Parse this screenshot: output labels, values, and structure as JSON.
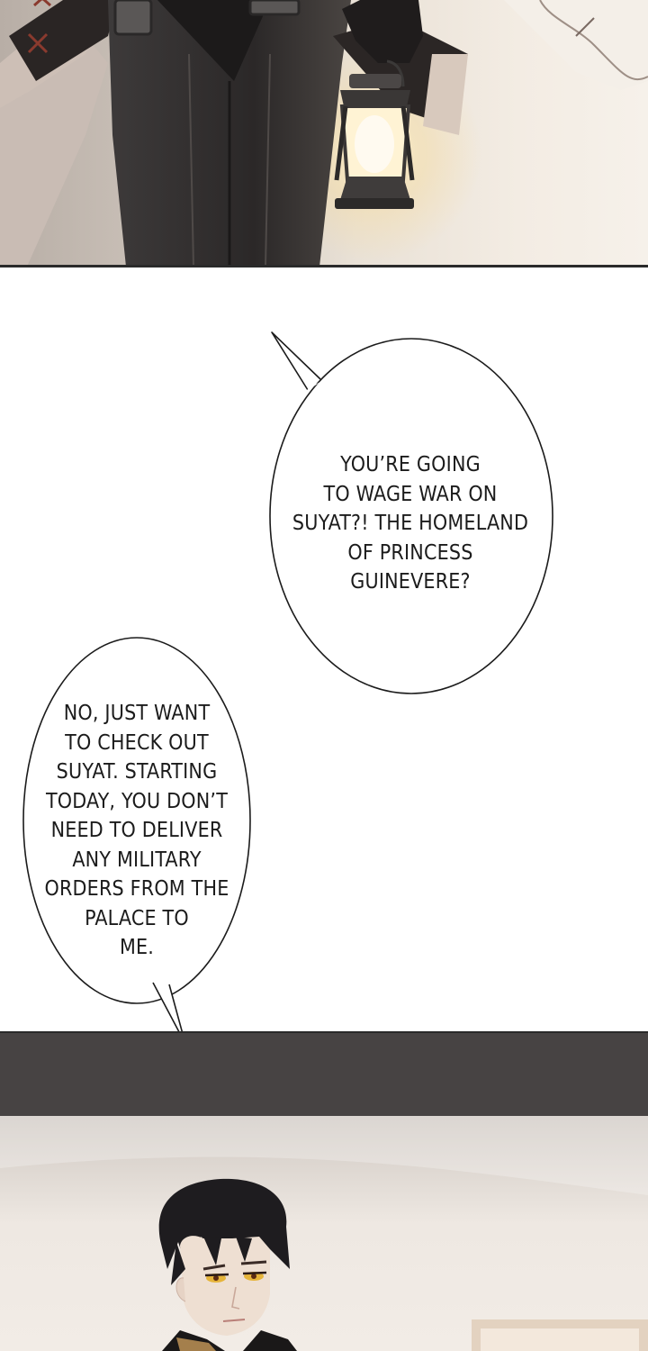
{
  "bubbles": [
    {
      "speaker": "listener",
      "lines": [
        "YOU’RE GOING",
        "TO WAGE WAR ON",
        "SUYAT?! THE HOMELAND",
        "OF PRINCESS",
        "GUINEVERE?"
      ]
    },
    {
      "speaker": "prince",
      "lines": [
        "NO, JUST WANT",
        "TO CHECK OUT",
        "SUYAT. STARTING",
        "TODAY, YOU DON’T",
        "NEED TO DELIVER",
        "ANY MILITARY",
        "ORDERS FROM THE",
        "PALACE TO",
        "ME."
      ]
    }
  ],
  "colors": {
    "panel_border": "#2a2a2a",
    "lantern_glow": "#fff1c8",
    "eye_gold": "#e6b43a",
    "hair_dark": "#1e1c1f"
  },
  "icons": [
    "lantern-icon"
  ]
}
